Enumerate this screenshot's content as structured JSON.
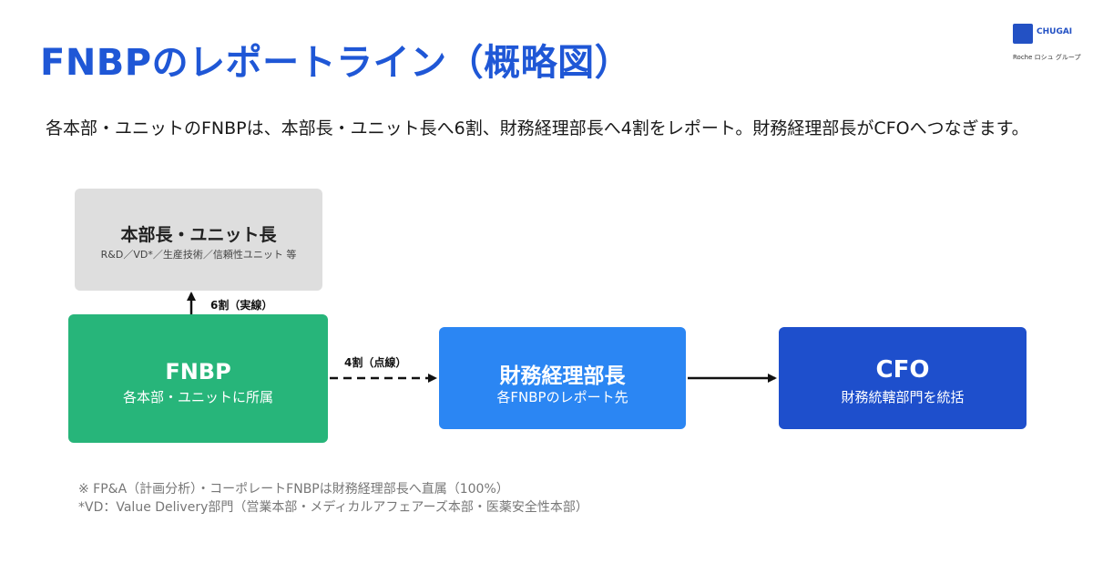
{
  "header": {
    "title": "FNBPのレポートライン（概略図）",
    "logo": {
      "name": "CHUGAI",
      "subtitle": "Roche ロシュ グループ"
    }
  },
  "intro_text": "各本部・ユニットのFNBPは、本部長・ユニット長へ6割、財務経理部長へ4割をレポート。財務経理部長がCFOへつなぎます。",
  "diagram": {
    "nodes": {
      "head": {
        "title": "本部長・ユニット長",
        "subtitle": "R&D／VD*／生産技術／信頼性ユニット 等"
      },
      "fnbp": {
        "title": "FNBP",
        "subtitle": "各本部・ユニットに所属"
      },
      "finance": {
        "title": "財務経理部長",
        "subtitle": "各FNBPのレポート先"
      },
      "cfo": {
        "title": "CFO",
        "subtitle": "財務統轄部門を統括"
      }
    },
    "edges": {
      "fnbp_to_head": "6割（実線）",
      "fnbp_to_finance": "4割（点線）"
    }
  },
  "footnotes": [
    "※ FP&A（計画分析）・コーポレートFNBPは財務経理部長へ直属（100%）",
    "*VD：Value Delivery部門（営業本部・メディカルアフェアーズ本部・医薬安全性本部）"
  ],
  "colors": {
    "title": "#1f57d6",
    "head_box": "#dedede",
    "fnbp_box": "#27b57a",
    "finance_box": "#2b86f3",
    "cfo_box": "#1e4fcc"
  }
}
